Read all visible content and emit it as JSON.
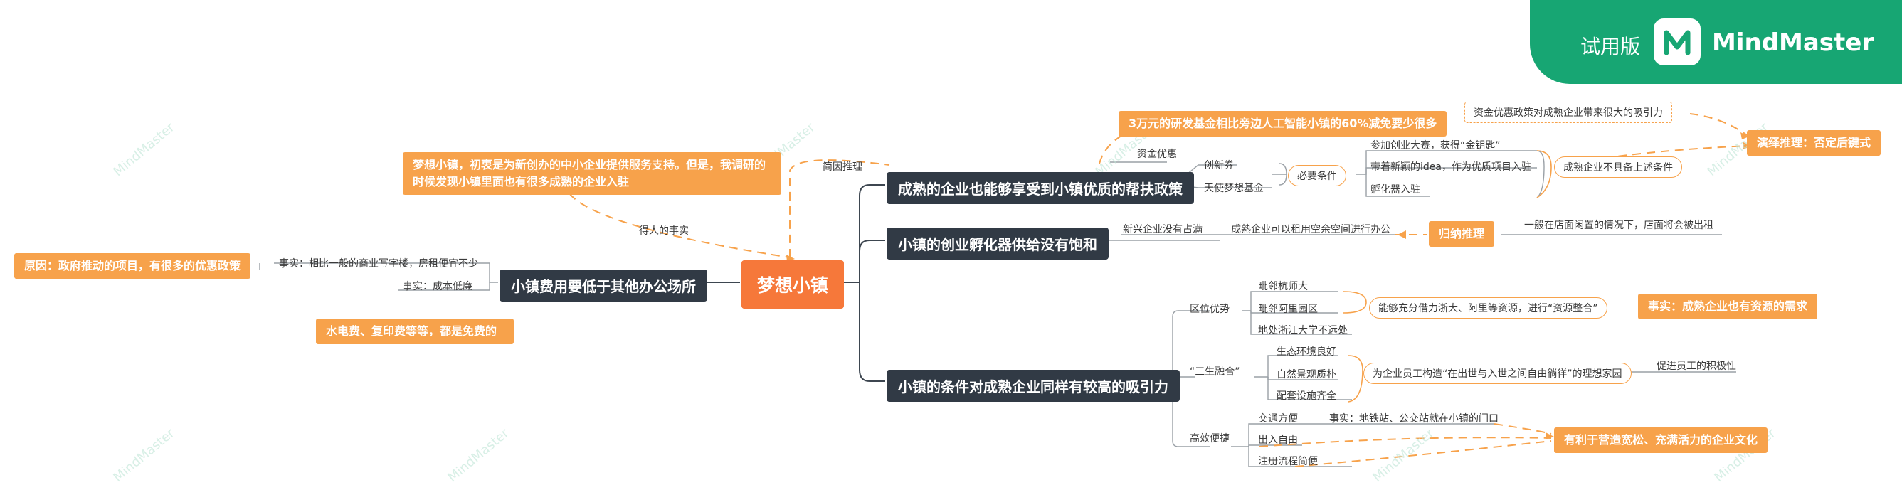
{
  "brand": {
    "trial": "试用版",
    "name": "MindMaster",
    "accent": "#17a673"
  },
  "watermark": "MindMaster",
  "colors": {
    "central": "#f6783a",
    "topic": "#313a45",
    "note": "#f7a24b"
  },
  "central": "梦想小镇",
  "topics": {
    "left": "小镇费用要低于其他办公场所",
    "r1": "成熟的企业也能够享受到小镇优质的帮扶政策",
    "r2": "小镇的创业孵化器供给没有饱和",
    "r3": "小镇的条件对成熟企业同样有较高的吸引力"
  },
  "notes": {
    "dream_line1": "梦想小镇，初衷是为新创办的中小企业提供服务支持。但是，我调研的",
    "dream_line2": "时候发现小镇里面也有很多成熟的企业入驻",
    "reason": "原因：政府推动的项目，有很多的优惠政策",
    "utilities": "水电费、复印费等等，都是免费的",
    "fund": "3万元的研发基金相比旁边人工智能小镇的60%减免要少很多",
    "deductive": "演绎推理：否定后键式",
    "inductive": "归纳推理",
    "resource": "事实：成熟企业也有资源的需求",
    "culture": "有利于营造宽松、充满活力的企业文化"
  },
  "labels": {
    "enlightened": "得人的事实",
    "hypothesis": "简因推理",
    "left_fact1": "事实：相比一般的商业写字楼，房租便宜不少",
    "left_fact2": "事实：成本低廉",
    "fund_pref": "资金优惠",
    "voucher": "创新券",
    "angel": "天使梦想基金",
    "necessary": "必要条件",
    "cond1": "参加创业大赛，获得“金钥匙”",
    "cond2": "带着新颖的idea，作为优质项目入驻",
    "cond3": "孵化器入驻",
    "not_meet": "成熟企业不具备上述条件",
    "fund_attract": "资金优惠政策对成熟企业带来很大的吸引力",
    "new_less": "新兴企业没有占满",
    "rent_office": "成熟企业可以租用空余空间进行办公",
    "general": "一般在店面闲置的情况下，店面将会被出租",
    "location": "区位优势",
    "loc1": "毗邻杭师大",
    "loc2": "毗邻阿里园区",
    "loc3": "地处浙江大学不远处",
    "integrate": "能够充分借力浙大、阿里等资源，进行“资源整合”",
    "sansheng": "“三生融合”",
    "s1": "生态环境良好",
    "s2": "自然景观质朴",
    "s3": "配套设施齐全",
    "home": "为企业员工构造“在出世与入世之间自由徜徉”的理想家园",
    "promote": "促进员工的积极性",
    "convenience": "高效便捷",
    "c1": "交通方便",
    "c2": "出入自由",
    "c3": "注册流程简便",
    "metro": "事实：地铁站、公交站就在小镇的门口"
  }
}
